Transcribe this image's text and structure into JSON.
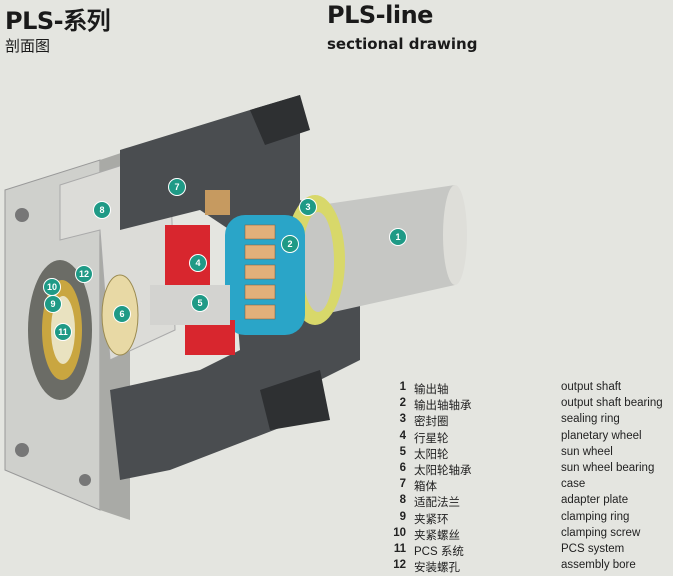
{
  "header": {
    "zh_title": "PLS-系列",
    "zh_subtitle": "剖面图",
    "en_title": "PLS-line",
    "en_subtitle": "sectional drawing"
  },
  "colors": {
    "marker": "#1f9a86",
    "case": "#4a4d50",
    "gear": "#d8262e",
    "bearing": "#2aa5c8",
    "seal": "#d8d86a"
  },
  "legend": [
    {
      "num": "1",
      "zh": "输出轴",
      "en": "output shaft"
    },
    {
      "num": "2",
      "zh": "输出轴轴承",
      "en": "output shaft bearing"
    },
    {
      "num": "3",
      "zh": "密封圈",
      "en": "sealing ring"
    },
    {
      "num": "4",
      "zh": "行星轮",
      "en": "planetary wheel"
    },
    {
      "num": "5",
      "zh": "太阳轮",
      "en": "sun wheel"
    },
    {
      "num": "6",
      "zh": "太阳轮轴承",
      "en": "sun wheel bearing"
    },
    {
      "num": "7",
      "zh": "箱体",
      "en": "case"
    },
    {
      "num": "8",
      "zh": "适配法兰",
      "en": "adapter plate"
    },
    {
      "num": "9",
      "zh": "夹紧环",
      "en": "clamping ring"
    },
    {
      "num": "10",
      "zh": "夹紧螺丝",
      "en": "clamping screw"
    },
    {
      "num": "11",
      "zh": "PCS 系统",
      "en": "PCS system"
    },
    {
      "num": "12",
      "zh": "安装螺孔",
      "en": "assembly bore"
    }
  ]
}
